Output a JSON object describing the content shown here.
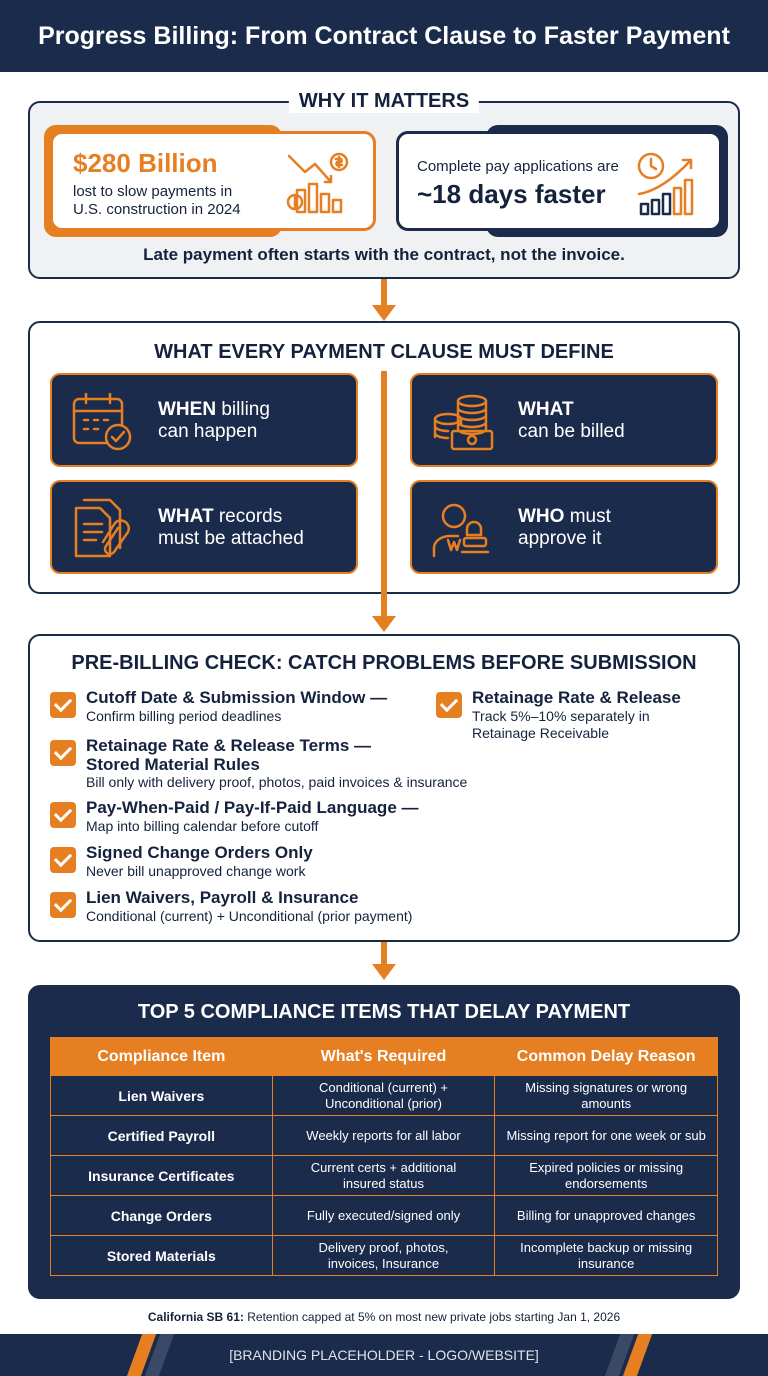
{
  "header": {
    "title": "Progress Billing: From Contract Clause to Faster Payment"
  },
  "why": {
    "title": "WHY IT MATTERS",
    "stat1": {
      "value": "$280 Billion",
      "line1": "lost to slow payments in",
      "line2": "U.S. construction in 2024",
      "icon": "falling-money-chart-icon"
    },
    "stat2": {
      "line1": "Complete pay applications are",
      "value": "~18 days faster",
      "icon": "clock-rising-chart-icon"
    },
    "footer": "Late payment often starts with the contract, not the invoice."
  },
  "clause": {
    "title": "WHAT EVERY PAYMENT CLAUSE MUST DEFINE",
    "tiles": [
      {
        "bold": "WHEN",
        "rest1": " billing",
        "line2": "can happen",
        "icon": "calendar-check-icon"
      },
      {
        "bold": "WHAT",
        "rest1": "",
        "line2": "can be billed",
        "icon": "coins-cash-icon"
      },
      {
        "bold": "WHAT",
        "rest1": " records",
        "line2": "must be attached",
        "icon": "documents-paperclip-icon"
      },
      {
        "bold": "WHO",
        "rest1": " must",
        "line2": "approve it",
        "icon": "person-stamp-icon"
      }
    ]
  },
  "check": {
    "title": "PRE-BILLING CHECK: CATCH PROBLEMS BEFORE SUBMISSION",
    "items": [
      {
        "head": "Cutoff Date & Submission Window —",
        "sub": "Confirm billing period deadlines"
      },
      {
        "head": "Retainage Rate & Release Terms —",
        "head2": "Stored Material Rules",
        "sub": "Bill only with delivery proof, photos, paid invoices & insurance"
      },
      {
        "head": "Pay-When-Paid / Pay-If-Paid Language —",
        "sub": "Map into billing calendar before cutoff"
      },
      {
        "head": "Signed Change Orders Only",
        "sub": "Never bill unapproved change work"
      },
      {
        "head": "Lien Waivers, Payroll & Insurance",
        "sub": "Conditional (current) + Unconditional (prior payment)"
      },
      {
        "head": "Retainage Rate & Release",
        "sub": "Track 5%–10% separately in",
        "sub2": "Retainage Receivable"
      }
    ]
  },
  "compliance": {
    "title": "TOP 5 COMPLIANCE ITEMS THAT DELAY PAYMENT",
    "headers": [
      "Compliance Item",
      "What's Required",
      "Common Delay Reason"
    ],
    "rows": [
      {
        "item": "Lien Waivers",
        "req1": "Conditional (current) +",
        "req2": "Unconditional (prior)",
        "delay1": "Missing signatures or wrong",
        "delay2": "amounts"
      },
      {
        "item": "Certified Payroll",
        "req1": "Weekly reports for all labor",
        "req2": "",
        "delay1": "Missing report for one week or sub",
        "delay2": ""
      },
      {
        "item": "Insurance Certificates",
        "req1": "Current certs + additional",
        "req2": "insured status",
        "delay1": "Expired policies or missing",
        "delay2": "endorsements"
      },
      {
        "item": "Change Orders",
        "req1": "Fully executed/signed only",
        "req2": "",
        "delay1": "Billing for unapproved changes",
        "delay2": ""
      },
      {
        "item": "Stored Materials",
        "req1": "Delivery proof, photos,",
        "req2": "invoices, Insurance",
        "delay1": "Incomplete backup or missing",
        "delay2": "insurance"
      }
    ]
  },
  "note": {
    "bold": "California SB 61:",
    "text": " Retention capped at 5% on most new private jobs starting Jan 1, 2026"
  },
  "footer": {
    "text": "[BRANDING PLACEHOLDER - LOGO/WEBSITE]"
  },
  "colors": {
    "navy": "#1b2b4b",
    "orange": "#e67e22"
  }
}
